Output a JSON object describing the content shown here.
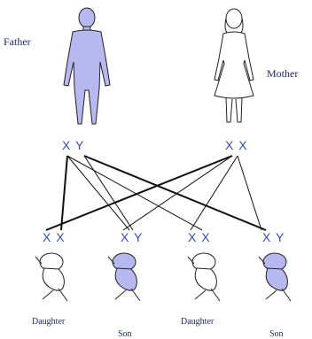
{
  "parents": {
    "father": {
      "label": "Father",
      "chromosomes": [
        "X",
        "Y"
      ]
    },
    "mother": {
      "label": "Mother",
      "chromosomes": [
        "X",
        "X"
      ]
    }
  },
  "children": [
    {
      "label": "Daughter",
      "chromosomes": [
        "X",
        "X"
      ]
    },
    {
      "label": "Son",
      "chromosomes": [
        "X",
        "Y"
      ]
    },
    {
      "label": "Daughter",
      "chromosomes": [
        "X",
        "X"
      ]
    },
    {
      "label": "Son",
      "chromosomes": [
        "X",
        "Y"
      ]
    }
  ],
  "colors": {
    "male_fill": "#b8b8f0",
    "female_fill": "#ffffff",
    "outline": "#222222",
    "chromosome_text": "#2f4fb5",
    "lines": "#111111"
  }
}
